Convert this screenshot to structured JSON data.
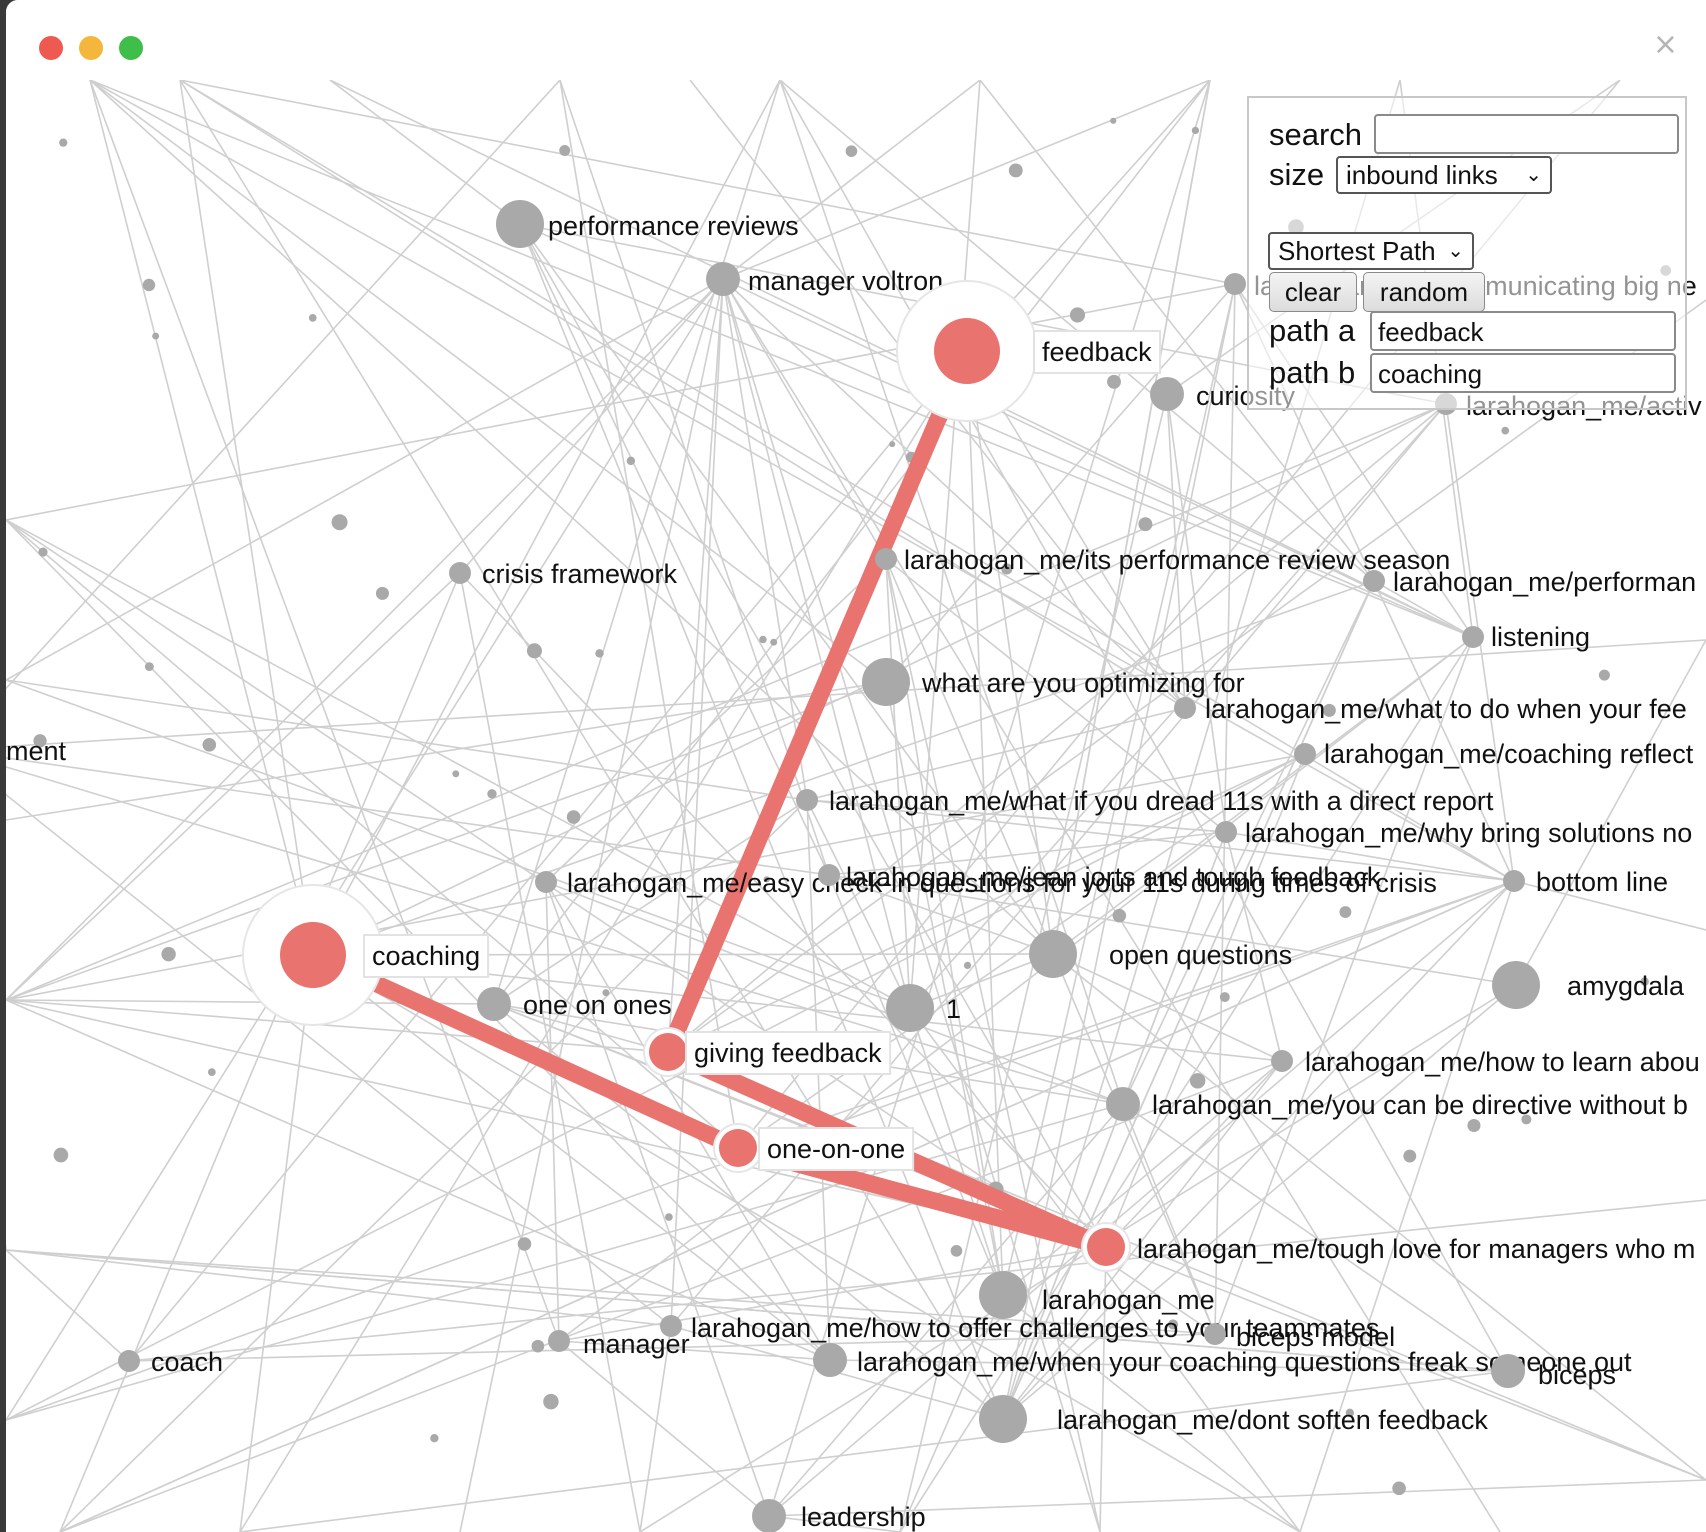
{
  "window": {
    "close_glyph": "×",
    "controls": [
      "close",
      "minimize",
      "zoom"
    ]
  },
  "panel": {
    "search_label": "search",
    "search_value": "",
    "size_label": "size",
    "size_selected": "inbound links",
    "mode_selected": "Shortest Path",
    "clear_label": "clear",
    "random_label": "random",
    "path_a_label": "path a",
    "path_a_value": "feedback",
    "path_b_label": "path b",
    "path_b_value": "coaching"
  },
  "graph": {
    "path": [
      "feedback",
      "giving feedback",
      "larahogan_me/tough love for managers who m",
      "one-on-one",
      "coaching"
    ],
    "nodes": [
      {
        "id": "performance reviews",
        "size": "medium"
      },
      {
        "id": "manager voltron",
        "size": "small"
      },
      {
        "id": "feedback",
        "size": "large",
        "highlighted": true
      },
      {
        "id": "curiosity",
        "size": "small"
      },
      {
        "id": "larahogan_me/communicating big ne",
        "size": "tiny"
      },
      {
        "id": "larahogan_me/activ",
        "size": "tiny"
      },
      {
        "id": "crisis framework",
        "size": "tiny"
      },
      {
        "id": "larahogan_me/its performance review season",
        "size": "tiny"
      },
      {
        "id": "larahogan_me/performan",
        "size": "tiny"
      },
      {
        "id": "listening",
        "size": "tiny"
      },
      {
        "id": "what are you optimizing for",
        "size": "medium"
      },
      {
        "id": "larahogan_me/what to do when your fee",
        "size": "tiny"
      },
      {
        "id": "larahogan_me/coaching reflect",
        "size": "tiny"
      },
      {
        "id": "ment",
        "size": "none"
      },
      {
        "id": "larahogan_me/what if you dread 11s with a direct report",
        "size": "tiny"
      },
      {
        "id": "larahogan_me/why bring solutions no",
        "size": "tiny"
      },
      {
        "id": "larahogan_me/easy check-in questions for your 11s during times of crisis",
        "size": "tiny"
      },
      {
        "id": "larahogan_me/jean jorts and tough feedback",
        "size": "tiny"
      },
      {
        "id": "bottom line",
        "size": "tiny"
      },
      {
        "id": "coaching",
        "size": "large",
        "highlighted": true
      },
      {
        "id": "open questions",
        "size": "medium"
      },
      {
        "id": "amygdala",
        "size": "medium"
      },
      {
        "id": "one on ones",
        "size": "small"
      },
      {
        "id": "1",
        "size": "medium"
      },
      {
        "id": "giving feedback",
        "size": "small",
        "highlighted": true
      },
      {
        "id": "larahogan_me/how to learn abou",
        "size": "tiny"
      },
      {
        "id": "larahogan_me/you can be directive without b",
        "size": "small"
      },
      {
        "id": "one-on-one",
        "size": "small",
        "highlighted": true
      },
      {
        "id": "larahogan_me/tough love for managers who m",
        "size": "small",
        "highlighted": true
      },
      {
        "id": "larahogan_me",
        "size": "medium"
      },
      {
        "id": "coach",
        "size": "tiny"
      },
      {
        "id": "manager",
        "size": "tiny"
      },
      {
        "id": "larahogan_me/how to offer challenges to your teammates",
        "size": "tiny"
      },
      {
        "id": "biceps model",
        "size": "tiny"
      },
      {
        "id": "larahogan_me/when your coaching questions freak someone out",
        "size": "small"
      },
      {
        "id": "biceps",
        "size": "small"
      },
      {
        "id": "larahogan_me/dont soften feedback",
        "size": "medium"
      },
      {
        "id": "leadership",
        "size": "small"
      }
    ]
  },
  "colors": {
    "path": "#e8736f",
    "node": "#a9a9a9",
    "edge": "#cfcfcf"
  }
}
